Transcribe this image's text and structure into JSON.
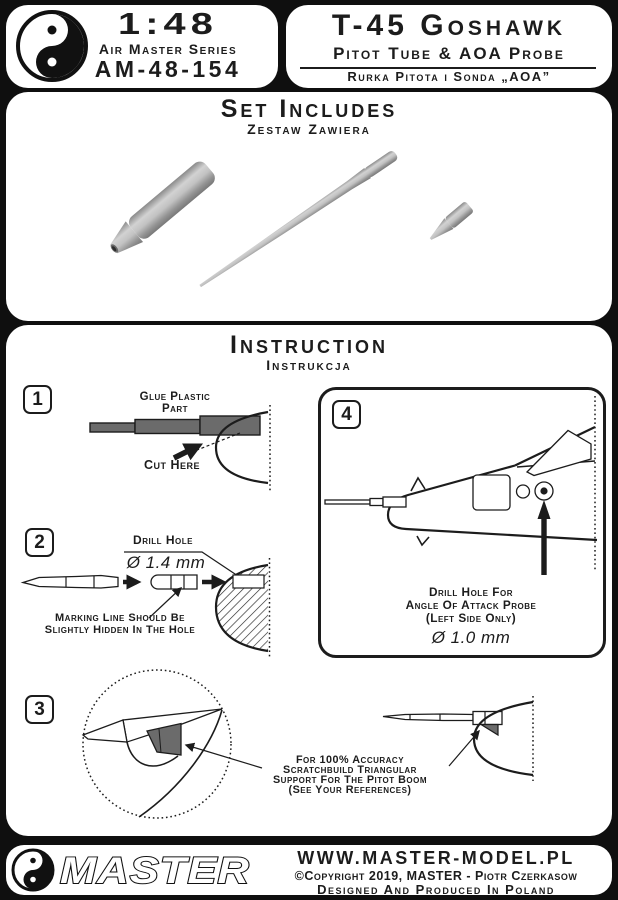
{
  "colors": {
    "page_bg": "#0f0f0f",
    "panel_bg": "#ffffff",
    "ink": "#1c1c1c",
    "plastic_part_gray": "#6b6b6b",
    "render_gray": "#b9b9b9"
  },
  "header": {
    "left": {
      "logo": "master-yin-yang-logo",
      "scale": "1:48",
      "series": "Air Master Series",
      "code": "AM-48-154"
    },
    "right": {
      "title": "T-45 Goshawk",
      "subtitle": "Pitot Tube & AOA Probe",
      "subtitle_pl": "Rurka Pitota i Sonda „AOA”"
    }
  },
  "set_includes": {
    "title": "Set Includes",
    "title_pl": "Zestaw Zawiera",
    "parts": [
      "pitot-tube-base",
      "pitot-tube",
      "aoa-probe"
    ]
  },
  "instruction": {
    "title": "Instruction",
    "title_pl": "Instrukcja",
    "steps": [
      {
        "number": "1",
        "glue_label": "Glue Plastic Part",
        "cut_label": "Cut Here"
      },
      {
        "number": "2",
        "drill_label": "Drill Hole",
        "diameter": "Ø 1.4 mm",
        "marking_line1": "Marking Line Should Be",
        "marking_line2": "Slightly Hidden In The Hole"
      },
      {
        "number": "3",
        "line1": "For 100% Accuracy",
        "line2": "Scratchbuild Triangular",
        "line3": "Support For The Pitot Boom",
        "line4": "(See Your References)"
      },
      {
        "number": "4",
        "line1": "Drill Hole For",
        "line2": "Angle Of Attack Probe",
        "line3": "(Left Side Only)",
        "diameter": "Ø 1.0 mm"
      }
    ]
  },
  "footer": {
    "brand": "MASTER",
    "website": "WWW.MASTER-MODEL.PL",
    "copyright": "©Copyright 2019, MASTER - Piotr Czerkasow",
    "origin": "Designed And Produced In Poland"
  }
}
